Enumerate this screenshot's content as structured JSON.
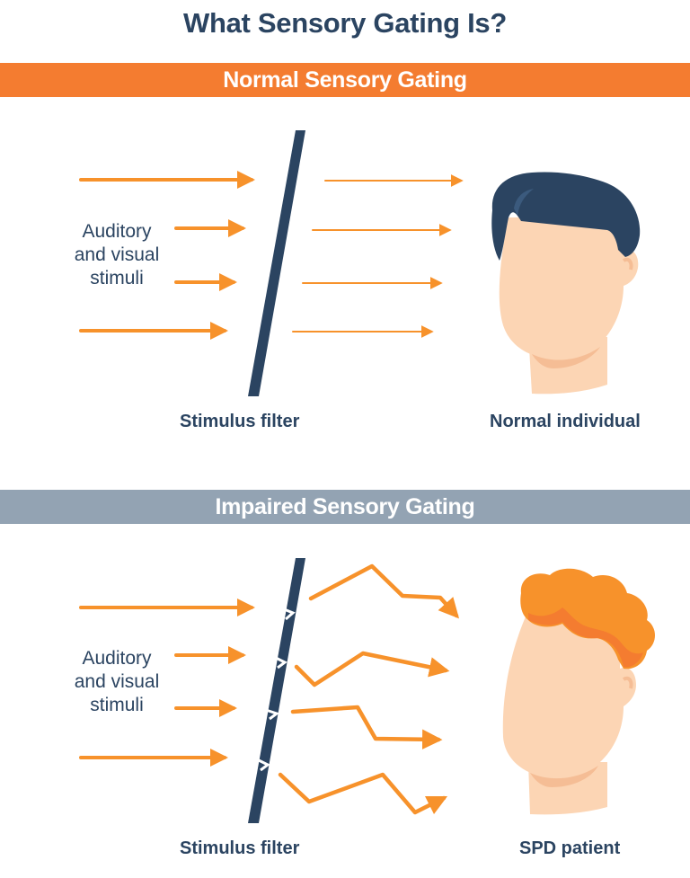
{
  "title": "What Sensory Gating Is?",
  "colors": {
    "navy": "#2b4461",
    "orange": "#f7922b",
    "banner_normal": "#f47c30",
    "banner_impaired": "#93a3b3",
    "skin": "#fcd5b4",
    "skin_shadow": "#f5bd95",
    "hair_normal": "#2b4461",
    "hair_spd": "#f7922b"
  },
  "normal": {
    "banner": "Normal Sensory Gating",
    "stimuli_label_lines": [
      "Auditory",
      "and visual",
      "stimuli"
    ],
    "filter_label": "Stimulus filter",
    "person_label": "Normal individual",
    "hair_icon": "dark-hair-head-icon"
  },
  "impaired": {
    "banner": "Impaired Sensory Gating",
    "stimuli_label_lines": [
      "Auditory",
      "and visual",
      "stimuli"
    ],
    "filter_label": "Stimulus filter",
    "person_label": "SPD patient",
    "hair_icon": "orange-hair-head-icon"
  }
}
